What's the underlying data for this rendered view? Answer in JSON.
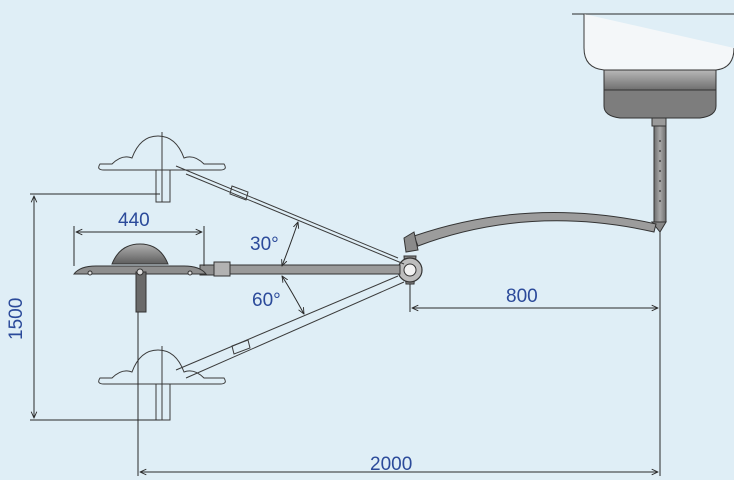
{
  "dimensions": {
    "lamp_diameter": "440",
    "vertical_range": "1500",
    "angle_up": "30°",
    "angle_down": "60°",
    "arm_offset": "800",
    "total_reach": "2000"
  },
  "colors": {
    "background": "#dfeef6",
    "dimension_text": "#2b4a9a",
    "arm_fill": "#8c8c8c",
    "line": "#2a2a2a"
  }
}
